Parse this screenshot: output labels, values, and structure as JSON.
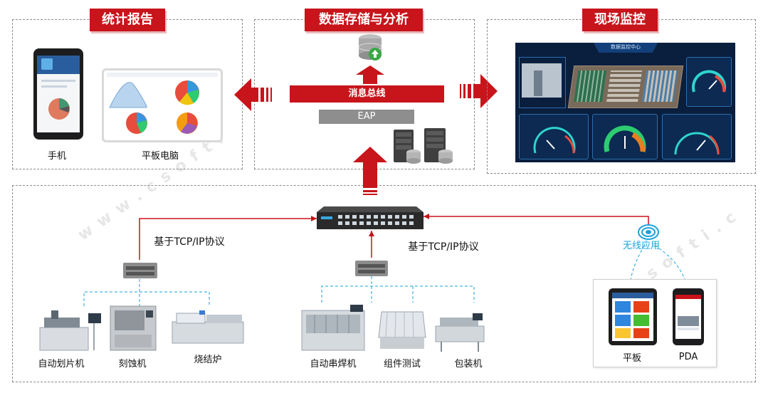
{
  "sections": {
    "stats_report": "统计报告",
    "data_storage": "数据存储与分析",
    "site_monitor": "现场监控"
  },
  "devices_top": {
    "phone": "手机",
    "tablet": "平板电脑"
  },
  "storage": {
    "message_bus": "消息总线",
    "eap": "EAP"
  },
  "network": {
    "protocol_left": "基于TCP/IP协议",
    "protocol_right": "基于TCP/IP协议",
    "wireless": "无线应用"
  },
  "machines": {
    "scriber": "自动划片机",
    "etcher": "刻蚀机",
    "furnace": "烧结炉",
    "stringer": "自动串焊机",
    "module_test": "组件测试",
    "packer": "包装机"
  },
  "mobile": {
    "tablet": "平板",
    "pda": "PDA"
  },
  "monitor_screen": {
    "header": "数据监控中心"
  },
  "colors": {
    "accent": "#c8141b",
    "bus_gray": "#8e8e8e",
    "wireless_blue": "#1aa3d9"
  }
}
